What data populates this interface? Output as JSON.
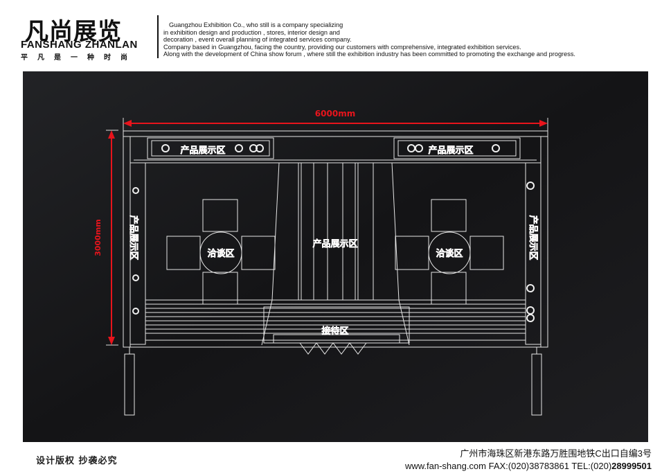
{
  "header": {
    "logo_main": "凡尚展览",
    "logo_sub": "FANSHANG ZHANLAN",
    "logo_slogan": "平凡是一种时尚",
    "company_lines": [
      "Guangzhou Exhibition Co., who still is a company specializing",
      "in exhibition design and production , stores, interior design and",
      "decoration , event overall planning of integrated services company.",
      "Company based in Guangzhou, facing the country, providing our customers with comprehensive, integrated exhibition services.",
      "Along with the development of China show forum , where still the exhibition industry has been committed to promoting the exchange and progress."
    ]
  },
  "plan": {
    "width_label": "6000mm",
    "height_label": "3000mm",
    "zone_product_top_left": "产品展示区",
    "zone_product_top_right": "产品展示区",
    "zone_product_center": "产品展示区",
    "zone_product_left": "产品展示区",
    "zone_product_right": "产品展示区",
    "zone_negotiation_left": "洽谈区",
    "zone_negotiation_right": "洽谈区",
    "zone_reception": "接待区",
    "label_color": "#e8141c",
    "line_color": "#e6e6e6"
  },
  "footer": {
    "copyright": "设计版权 抄袭必究",
    "address": "广州市海珠区新港东路万胜围地铁C出口自编3号",
    "contact_prefix": "www.fan-shang.com  FAX:(020)38783861  TEL:(020)",
    "contact_phone": "28999501"
  }
}
